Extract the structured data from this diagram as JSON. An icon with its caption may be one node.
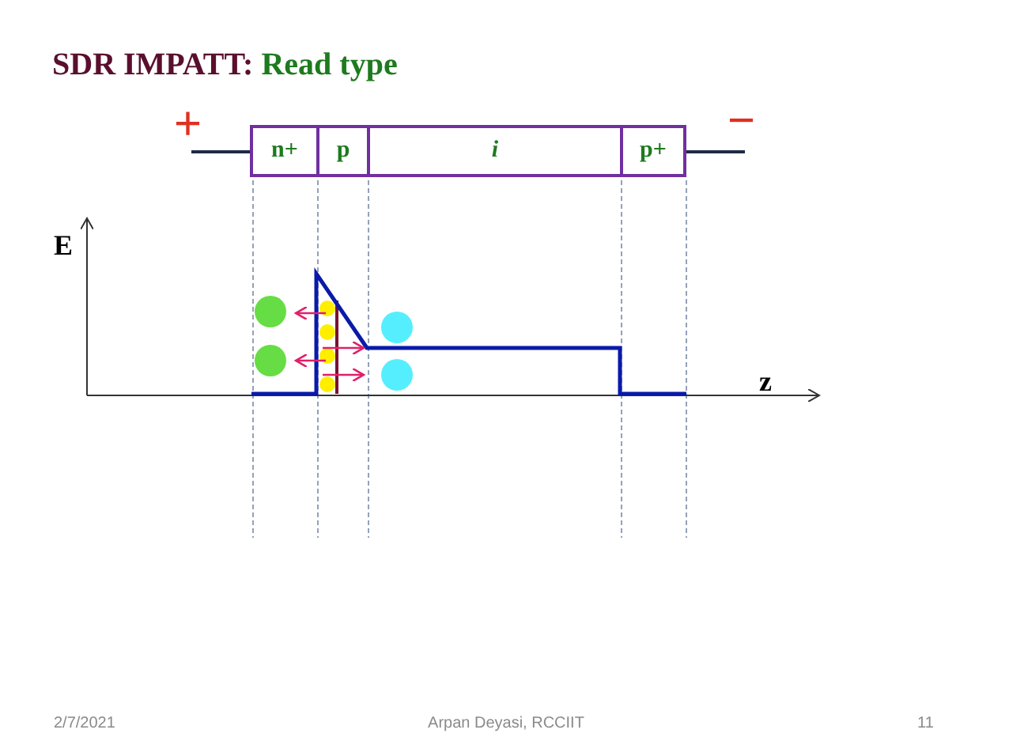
{
  "diagram": {
    "title": "SDR IMPATT: Read type",
    "nodes": [
      {
        "text": [
          "n+"
        ]
      },
      {
        "text": [
          "p"
        ]
      },
      {
        "text": [
          "i"
        ]
      },
      {
        "text": [
          "p+"
        ]
      }
    ],
    "labels": [
      "+",
      "−",
      "E",
      "z",
      "2/7/2021",
      "Arpan Deyasi, RCCIIT",
      "11"
    ]
  }
}
